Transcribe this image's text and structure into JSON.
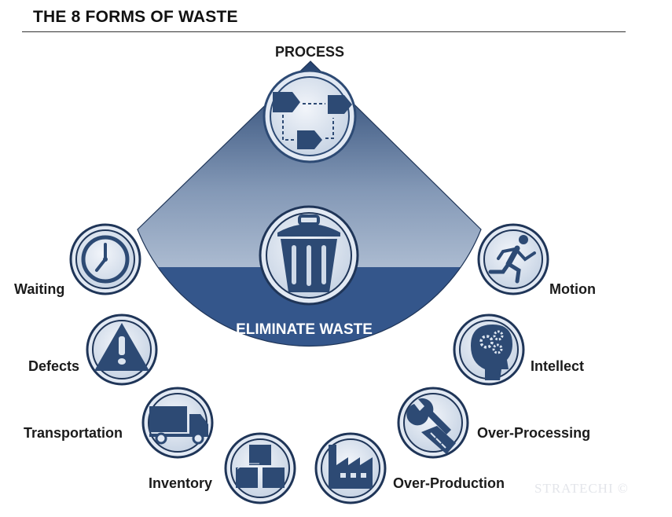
{
  "header": {
    "title": "THE 8 FORMS OF WASTE"
  },
  "diagram": {
    "top_label": "PROCESS",
    "center_label": "ELIMINATE WASTE",
    "wastes": [
      {
        "label": "Waiting",
        "icon": "clock-icon"
      },
      {
        "label": "Defects",
        "icon": "warning-icon"
      },
      {
        "label": "Transportation",
        "icon": "truck-icon"
      },
      {
        "label": "Inventory",
        "icon": "boxes-icon"
      },
      {
        "label": "Over-Production",
        "icon": "factory-icon"
      },
      {
        "label": "Over-Processing",
        "icon": "wrench-hand-icon"
      },
      {
        "label": "Intellect",
        "icon": "head-gears-icon"
      },
      {
        "label": "Motion",
        "icon": "running-person-icon"
      }
    ],
    "process_icon": "process-flow-icon",
    "center_icon": "trash-can-icon"
  },
  "watermark": "STRATECHI ©",
  "colors": {
    "navy": "#34568b",
    "dark_navy": "#1f3558",
    "light_blue": "#d4deeb",
    "ring": "#ffffff"
  }
}
